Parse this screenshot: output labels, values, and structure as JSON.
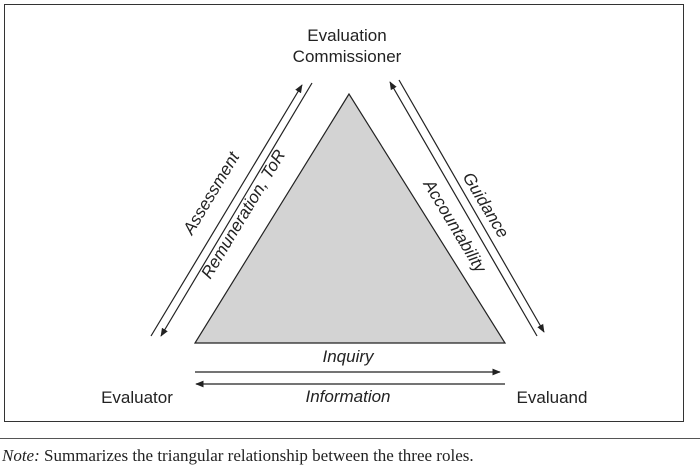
{
  "nodes": {
    "top_line1": "Evaluation",
    "top_line2": "Commissioner",
    "left": "Evaluator",
    "right": "Evaluand"
  },
  "left_edge": {
    "outer": "Assessment",
    "inner": "Remuneration, ToR"
  },
  "right_edge": {
    "outer": "Guidance",
    "inner": "Accountability"
  },
  "bottom_edge": {
    "upper": "Inquiry",
    "lower": "Information"
  },
  "colors": {
    "triangle_fill": "#d3d3d3",
    "stroke": "#222222"
  },
  "note": {
    "label": "Note:",
    "text": " Summarizes the triangular relationship between the three roles."
  }
}
